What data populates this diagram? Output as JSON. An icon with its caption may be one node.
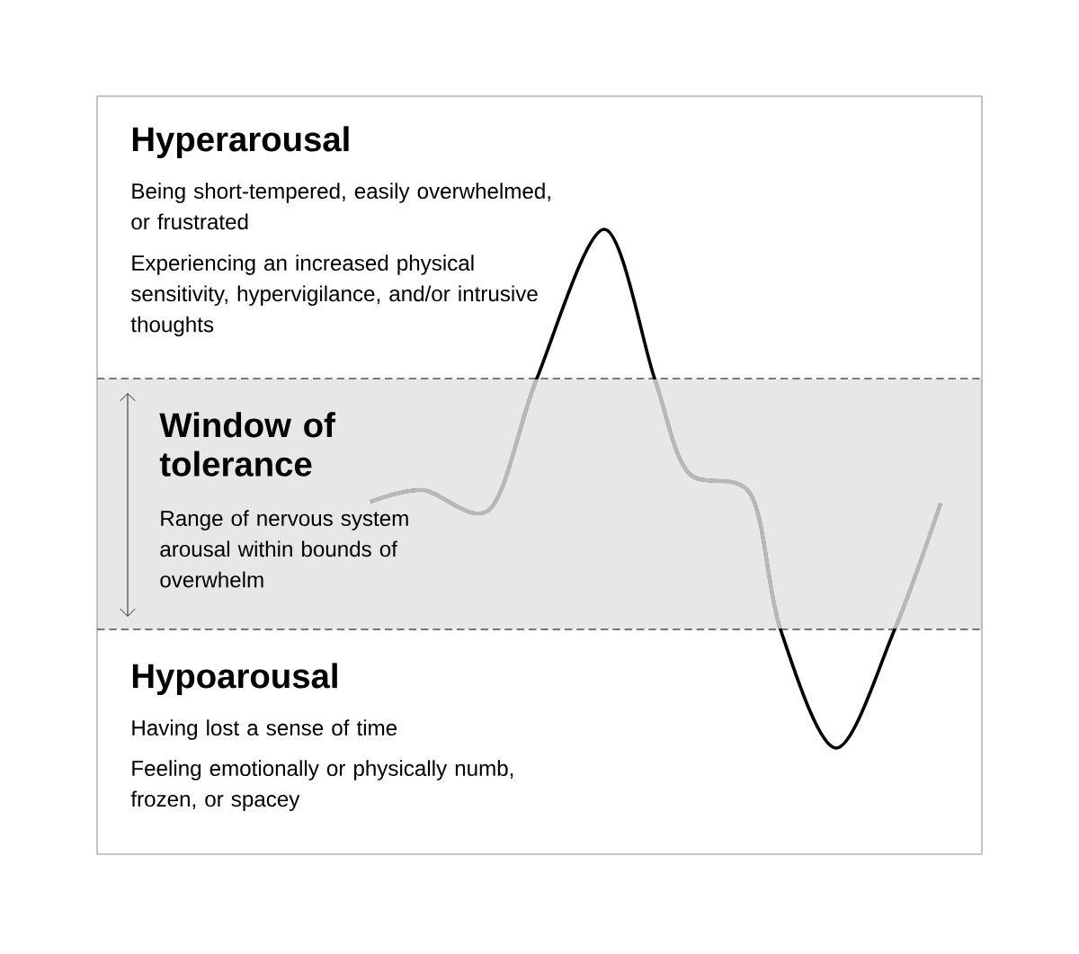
{
  "diagram": {
    "nodes": [
      {
        "text": [
          "Hyperarousal",
          "Being short-tempered, easily overwhelmed, or frustrated",
          "Experiencing an increased physical sensitivity, hypervigilance, and/or intrusive thoughts"
        ]
      },
      {
        "text": [
          "Window of tolerance",
          "Range of nervous system arousal within bounds of overwhelm"
        ]
      },
      {
        "text": [
          "Hypoarousal",
          "Having lost a sense of time",
          "Feeling emotionally or physically numb, frozen, or spacey"
        ]
      }
    ]
  }
}
